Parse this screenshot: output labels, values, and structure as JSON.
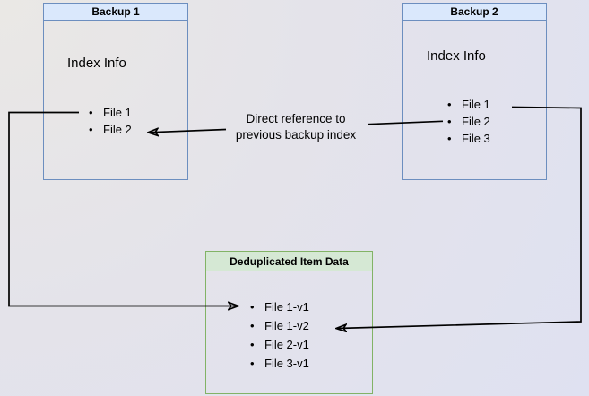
{
  "backup1": {
    "title": "Backup 1",
    "subtitle": "Index Info",
    "items": [
      "File 1",
      "File 2"
    ]
  },
  "backup2": {
    "title": "Backup 2",
    "subtitle": "Index Info",
    "items": [
      "File 1",
      "File 2",
      "File 3"
    ]
  },
  "dedup": {
    "title": "Deduplicated Item Data",
    "items": [
      "File 1-v1",
      "File 1-v2",
      "File 2-v1",
      "File 3-v1"
    ]
  },
  "annotation": {
    "line1": "Direct reference to",
    "line2": "previous backup index"
  },
  "colors": {
    "blue_fill": "#dae8fc",
    "blue_border": "#6c8ebf",
    "green_fill": "#d5e8d4",
    "green_border": "#82b366",
    "arrow": "#000000",
    "text": "#000000"
  }
}
